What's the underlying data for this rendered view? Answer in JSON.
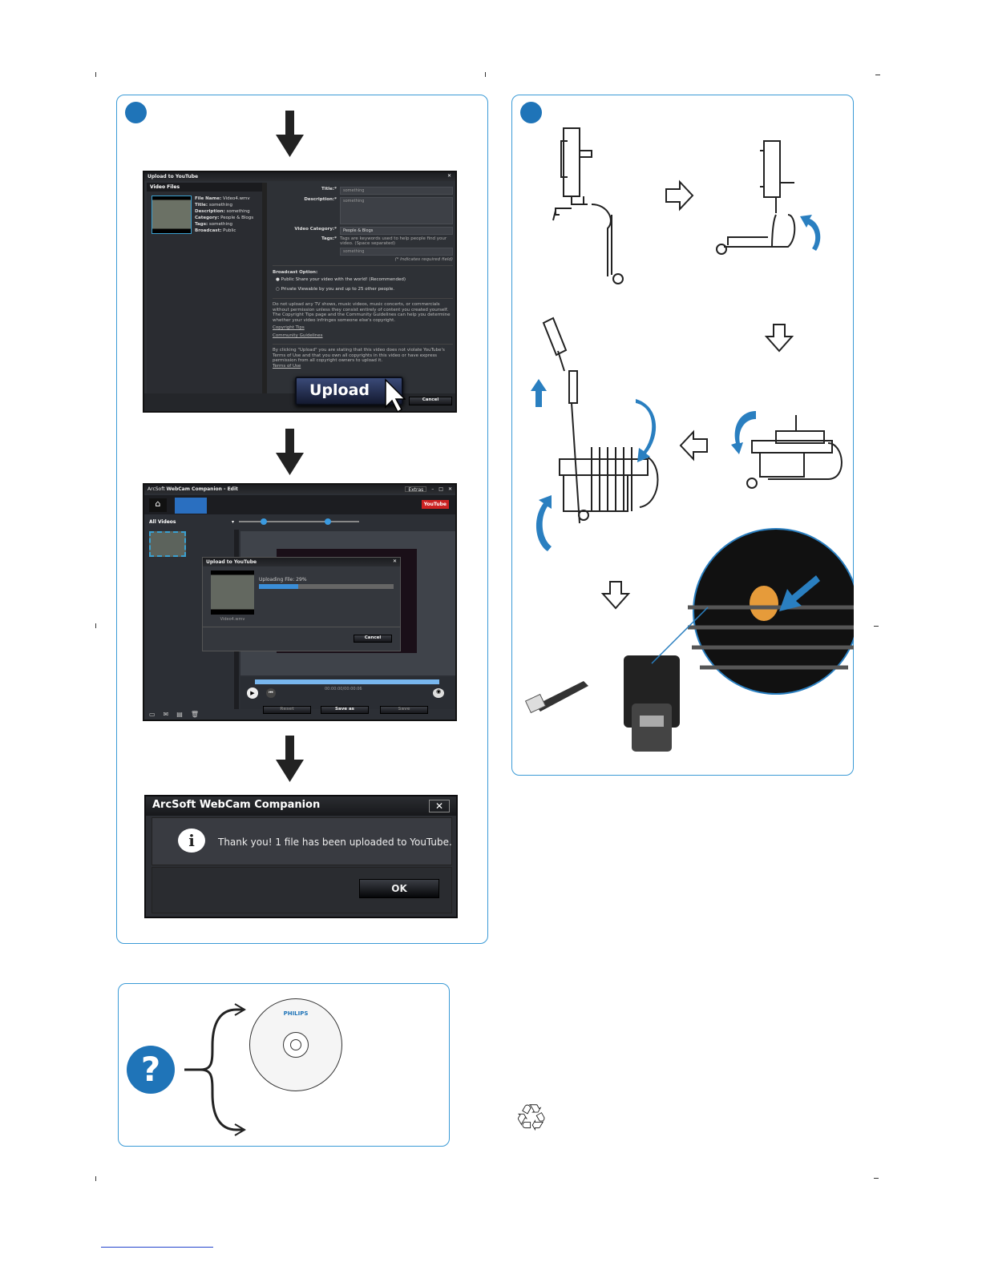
{
  "step1": {
    "upload_dialog": {
      "title": "Upload to YouTube",
      "video_files": "Video Files",
      "file_info": [
        {
          "k": "File Name:",
          "v": "Video4.wmv"
        },
        {
          "k": "Title:",
          "v": "something"
        },
        {
          "k": "Description:",
          "v": "something"
        },
        {
          "k": "Category:",
          "v": "People & Blogs"
        },
        {
          "k": "Tags:",
          "v": "something"
        },
        {
          "k": "Broadcast:",
          "v": "Public"
        }
      ],
      "title_label": "Title:*",
      "title_value": "something",
      "description_label": "Description:*",
      "description_value": "something",
      "category_label": "Video Category:*",
      "category_value": "People & Blogs",
      "tags_label": "Tags:*",
      "tags_help": "Tags are keywords used to help people find your video. (Space separated)",
      "tags_value": "something",
      "required_note": "(* Indicates required field)",
      "broadcast_label": "Broadcast Option:",
      "public_option": "Public Share your video with the world! (Recommended)",
      "private_option": "Private Viewable by you and up to 25 other people.",
      "notice": "Do not upload any TV shows, music videos, music concerts, or commercials without permission unless they consist entirely of content you created yourself. The Copyright Tips page and the Community Guidelines can help you determine whether your video infringes someone else's copyright.",
      "copyright_link": "Copyright Tips",
      "guidelines_link": "Community Guidelines",
      "terms_text": "By clicking \"Upload\" you are stating that this video does not violate YouTube's Terms of Use and that you own all copyrights in this video or have express permission from all copyright owners to upload it.",
      "terms_link": "Terms of Use",
      "upload_button": "Upload",
      "cancel_button": "Cancel"
    },
    "companion": {
      "title_brand": "ArcSoft",
      "title": "WebCam Companion - Edit",
      "extras": "Extras",
      "youtube": "YouTube",
      "filter": "All Videos",
      "upload_title": "Upload to YouTube",
      "progress_label": "Uploading File: 29%",
      "progress": 0.29,
      "file_name": "Video4.wmv",
      "cancel_button": "Cancel",
      "timecode": "00:00:00/00:00:06",
      "reset_button": "Reset",
      "save_as_button": "Save as",
      "save_button": "Save"
    },
    "done_dialog": {
      "title": "ArcSoft WebCam Companion",
      "message": "Thank you! 1 file has been uploaded to YouTube.",
      "ok_button": "OK"
    }
  },
  "help": {
    "question_mark": "?",
    "cd_brand": "PHILIPS"
  },
  "colors": {
    "accent": "#1f74b8",
    "panel_border": "#3a9ad6",
    "arrow_blue": "#2a7fc0"
  }
}
